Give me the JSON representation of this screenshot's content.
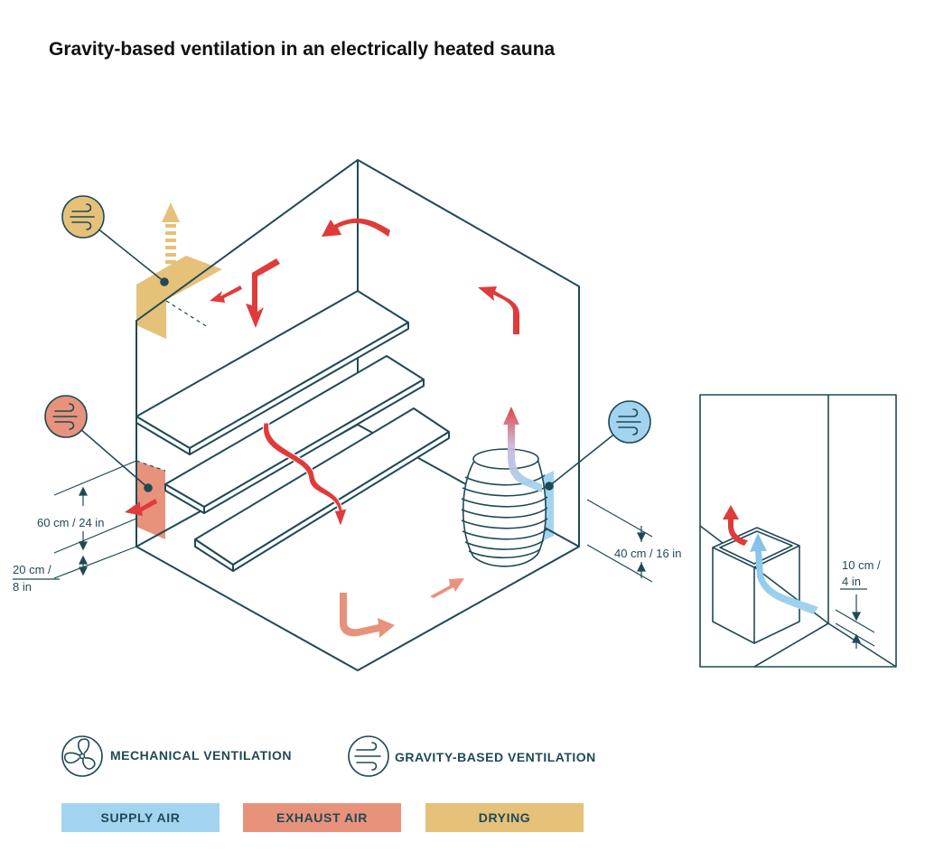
{
  "title": "Gravity-based ventilation in an electrically heated sauna",
  "colors": {
    "outline": "#1f4a55",
    "supply": "#a3d4ef",
    "exhaust": "#e8927c",
    "exhaust_arrow": "#e03a3a",
    "drying": "#e5c17a"
  },
  "dimensions": {
    "exhaust_height": "60 cm / 24 in",
    "floor_gap_line1": "20 cm /",
    "floor_gap_line2": "8 in",
    "supply_height": "40 cm / 16 in",
    "inset_gap_line1": "10 cm /",
    "inset_gap_line2": "4 in"
  },
  "legend": {
    "mechanical": {
      "icon": "fan-icon",
      "label": "MECHANICAL VENTILATION"
    },
    "gravity": {
      "icon": "wind-icon",
      "label": "GRAVITY-BASED VENTILATION"
    },
    "swatches": [
      {
        "label": "SUPPLY AIR",
        "color": "#a3d4ef"
      },
      {
        "label": "EXHAUST AIR",
        "color": "#e8927c"
      },
      {
        "label": "DRYING",
        "color": "#e5c17a"
      }
    ]
  }
}
